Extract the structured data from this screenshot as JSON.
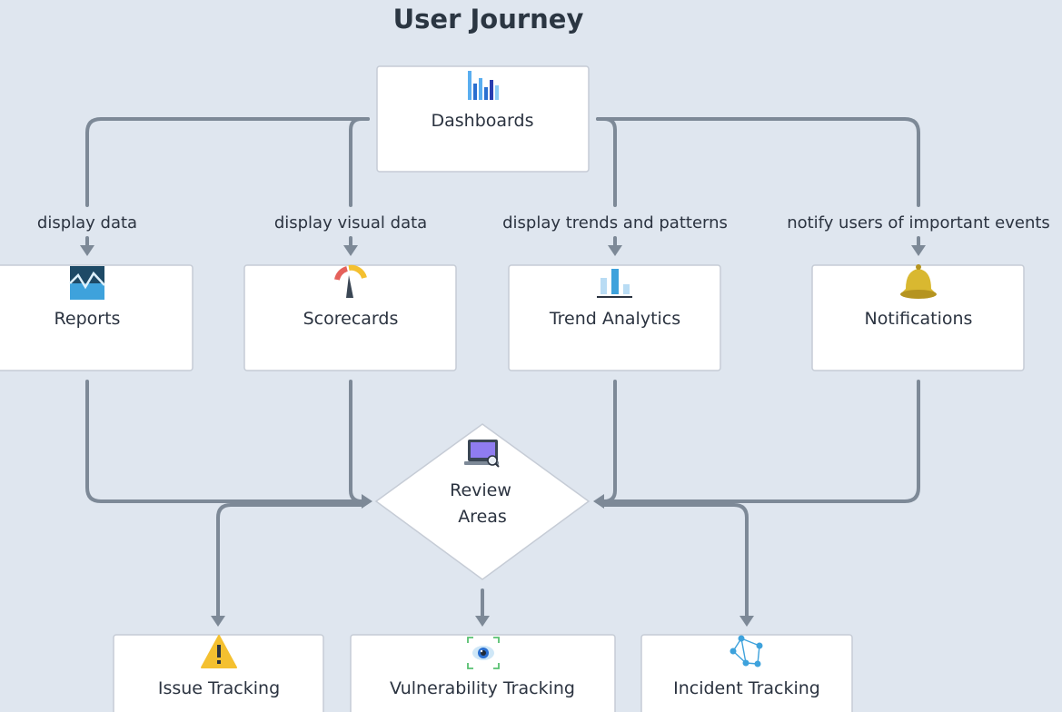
{
  "title": "User Journey",
  "nodes": {
    "dashboards": "Dashboards",
    "reports": "Reports",
    "scorecards": "Scorecards",
    "trend_analytics": "Trend Analytics",
    "notifications": "Notifications",
    "review_areas_line1": "Review",
    "review_areas_line2": "Areas",
    "issue_tracking": "Issue Tracking",
    "vulnerability_tracking": "Vulnerability Tracking",
    "incident_tracking": "Incident Tracking"
  },
  "edges": {
    "to_reports": "display data",
    "to_scorecards": "display visual data",
    "to_trend_analytics": "display trends and patterns",
    "to_notifications": "notify users of important events"
  },
  "icons": {
    "dashboards": "bar-chart-icon",
    "reports": "line-chart-icon",
    "scorecards": "gauge-icon",
    "trend_analytics": "trend-bars-icon",
    "notifications": "bell-icon",
    "review_areas": "laptop-search-icon",
    "issue_tracking": "warning-icon",
    "vulnerability_tracking": "eye-scan-icon",
    "incident_tracking": "network-icon"
  },
  "colors": {
    "background": "#dfe6ef",
    "edge": "#7d8997",
    "warning": "#f4c030",
    "bell": "#d9b830",
    "chart_blue": "#3b8fd9"
  }
}
